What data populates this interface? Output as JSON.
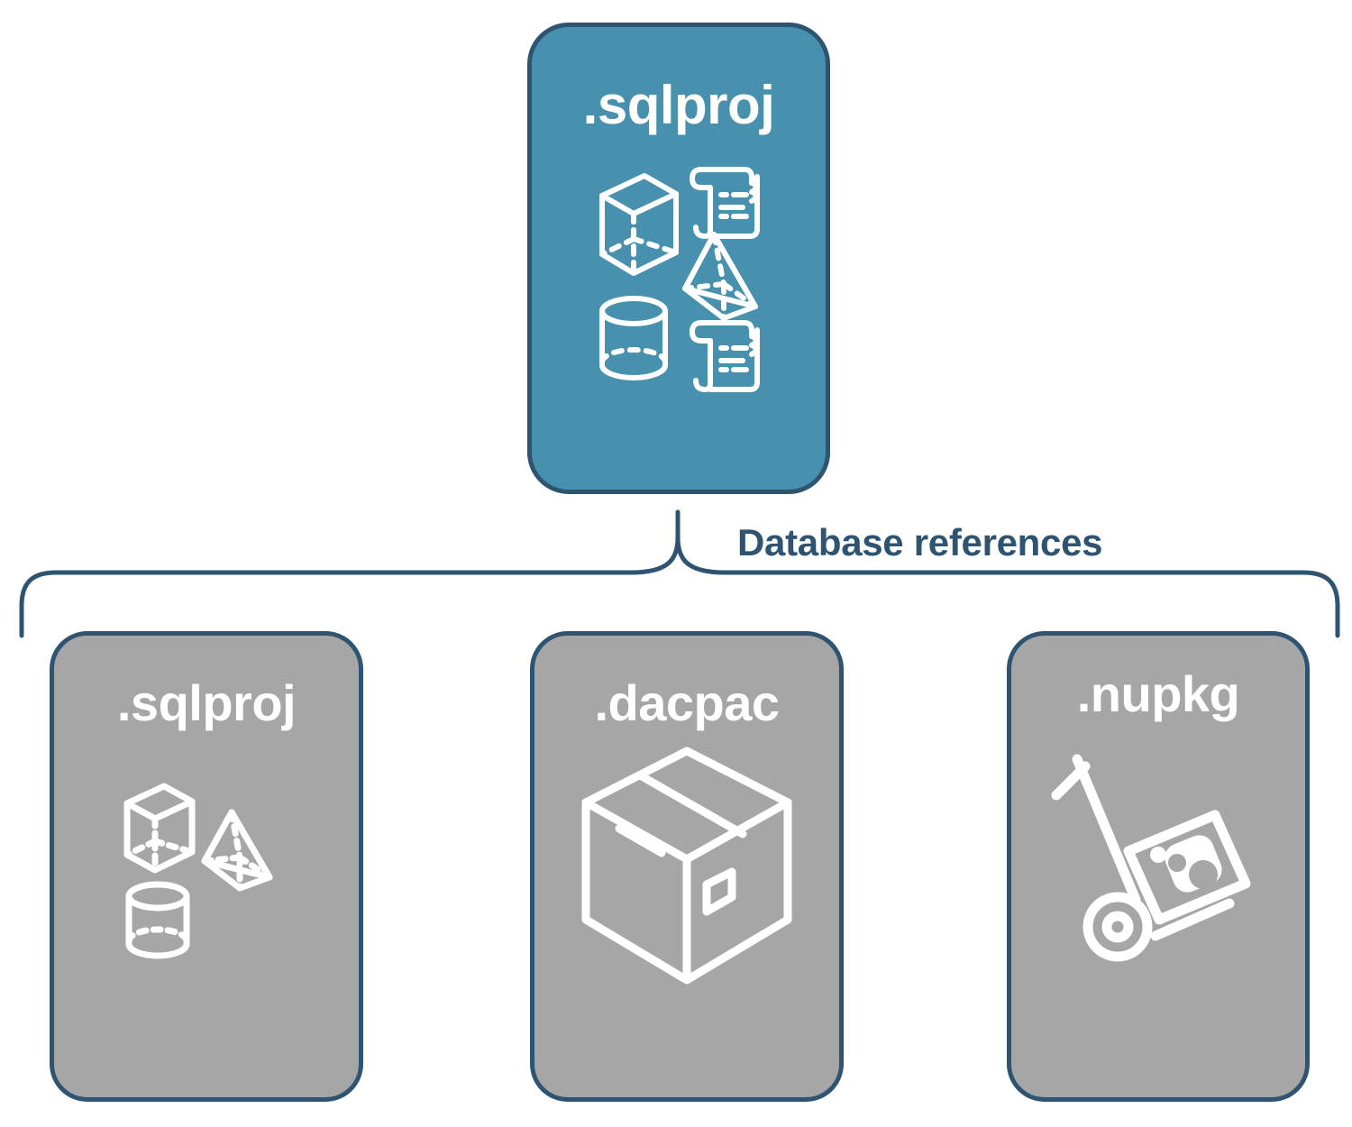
{
  "diagram": {
    "title_text": "Database references",
    "colors": {
      "accent_blue": "#4790ae",
      "outline_navy": "#2e5472",
      "node_gray": "#a6a6a6",
      "icon_white": "#ffffff",
      "background": "#ffffff"
    }
  },
  "root_node": {
    "label": ".sqlproj",
    "fill": "#4790ae",
    "icons": [
      {
        "name": "cube-icon",
        "label": "3D cube"
      },
      {
        "name": "pyramid-icon",
        "label": "3D pyramid"
      },
      {
        "name": "cylinder-icon",
        "label": "3D cylinder"
      },
      {
        "name": "scroll-icon-top",
        "label": "Script scroll"
      },
      {
        "name": "scroll-icon-bottom",
        "label": "Script scroll"
      }
    ]
  },
  "connector": {
    "label": "Database references"
  },
  "reference_nodes": [
    {
      "label": ".sqlproj",
      "fill": "#a6a6a6",
      "icons": [
        {
          "name": "cube-icon",
          "label": "3D cube"
        },
        {
          "name": "pyramid-icon",
          "label": "3D pyramid"
        },
        {
          "name": "cylinder-icon",
          "label": "3D cylinder"
        }
      ]
    },
    {
      "label": ".dacpac",
      "fill": "#a6a6a6",
      "icons": [
        {
          "name": "package-box-icon",
          "label": "Shipping box"
        }
      ]
    },
    {
      "label": ".nupkg",
      "fill": "#a6a6a6",
      "icons": [
        {
          "name": "nuget-hand-truck-icon",
          "label": "NuGet hand truck with package"
        }
      ]
    }
  ]
}
